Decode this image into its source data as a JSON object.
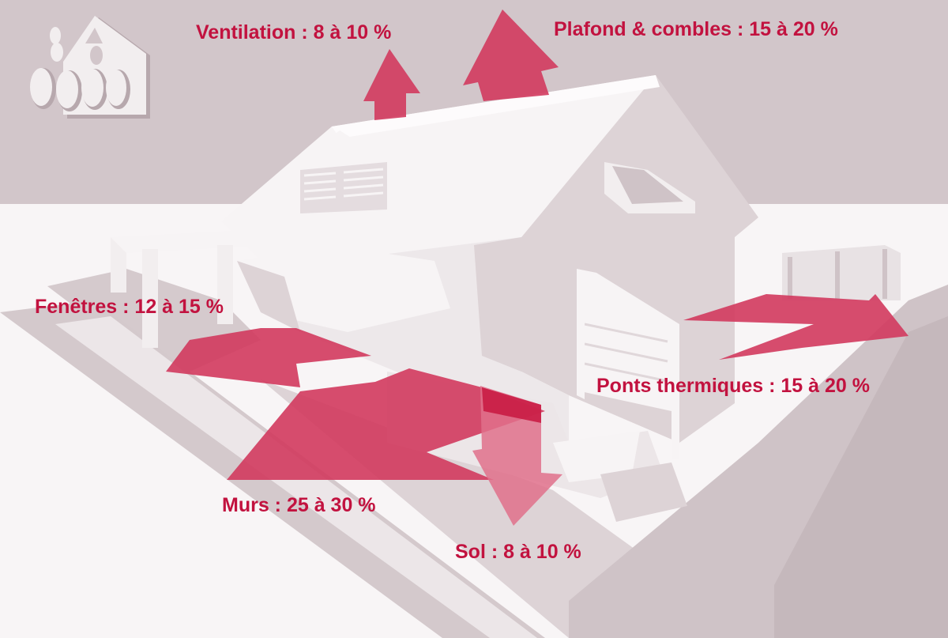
{
  "colors": {
    "background_top": "#d2c6ca",
    "ground": "#f8f5f6",
    "house_light": "#f7f4f5",
    "house_mid": "#ddd3d6",
    "shadow": "#cdc1c5",
    "arrow": "#d13a5e",
    "label": "#c2123f"
  },
  "logo": {
    "icon": "house-water-drops-icon"
  },
  "labels": {
    "ventilation": "Ventilation : 8 à 10 %",
    "plafond": "Plafond & combles : 15 à 20 %",
    "fenetres": "Fenêtres : 12 à 15 %",
    "ponts": "Ponts thermiques : 15 à 20 %",
    "murs": "Murs : 25 à 30 %",
    "sol": "Sol : 8 à 10 %"
  }
}
